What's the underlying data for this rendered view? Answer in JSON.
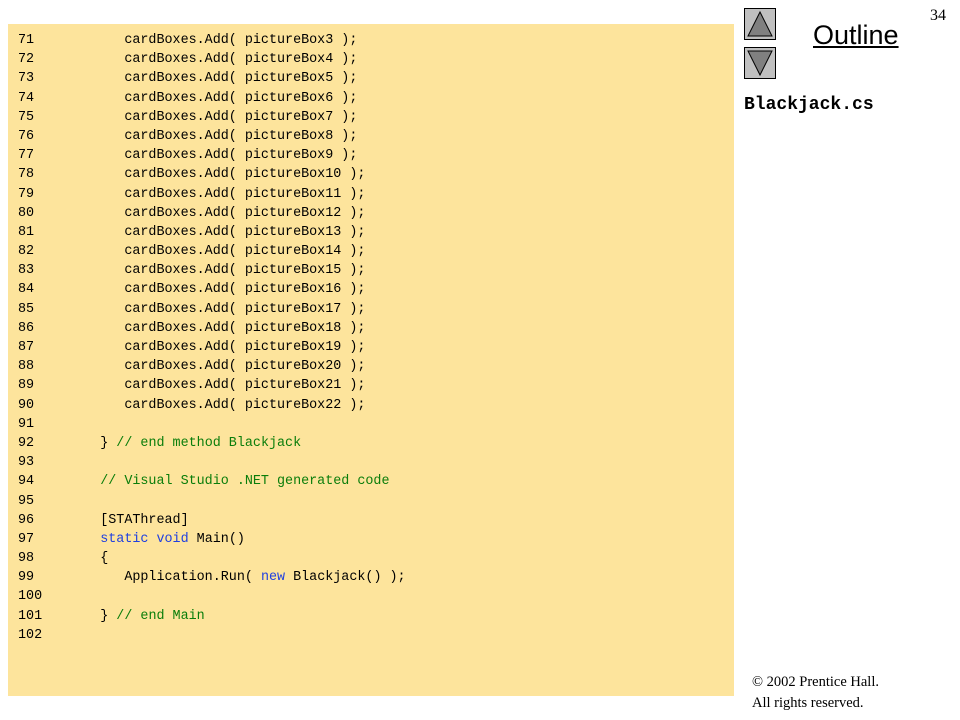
{
  "slide": {
    "page_number": "34",
    "outline_label": "Outline",
    "file_name": "Blackjack.cs",
    "copyright_line1": "© 2002 Prentice Hall.",
    "copyright_line2": "All rights reserved.",
    "nav_up_icon": "triangle-up-icon",
    "nav_down_icon": "triangle-down-icon"
  },
  "code": {
    "lines": [
      {
        "num": "71",
        "segments": [
          {
            "t": "         cardBoxes.Add( pictureBox3 );",
            "c": "plain"
          }
        ]
      },
      {
        "num": "72",
        "segments": [
          {
            "t": "         cardBoxes.Add( pictureBox4 );",
            "c": "plain"
          }
        ]
      },
      {
        "num": "73",
        "segments": [
          {
            "t": "         cardBoxes.Add( pictureBox5 );",
            "c": "plain"
          }
        ]
      },
      {
        "num": "74",
        "segments": [
          {
            "t": "         cardBoxes.Add( pictureBox6 );",
            "c": "plain"
          }
        ]
      },
      {
        "num": "75",
        "segments": [
          {
            "t": "         cardBoxes.Add( pictureBox7 );",
            "c": "plain"
          }
        ]
      },
      {
        "num": "76",
        "segments": [
          {
            "t": "         cardBoxes.Add( pictureBox8 );",
            "c": "plain"
          }
        ]
      },
      {
        "num": "77",
        "segments": [
          {
            "t": "         cardBoxes.Add( pictureBox9 );",
            "c": "plain"
          }
        ]
      },
      {
        "num": "78",
        "segments": [
          {
            "t": "         cardBoxes.Add( pictureBox10 );",
            "c": "plain"
          }
        ]
      },
      {
        "num": "79",
        "segments": [
          {
            "t": "         cardBoxes.Add( pictureBox11 );",
            "c": "plain"
          }
        ]
      },
      {
        "num": "80",
        "segments": [
          {
            "t": "         cardBoxes.Add( pictureBox12 );",
            "c": "plain"
          }
        ]
      },
      {
        "num": "81",
        "segments": [
          {
            "t": "         cardBoxes.Add( pictureBox13 );",
            "c": "plain"
          }
        ]
      },
      {
        "num": "82",
        "segments": [
          {
            "t": "         cardBoxes.Add( pictureBox14 );",
            "c": "plain"
          }
        ]
      },
      {
        "num": "83",
        "segments": [
          {
            "t": "         cardBoxes.Add( pictureBox15 );",
            "c": "plain"
          }
        ]
      },
      {
        "num": "84",
        "segments": [
          {
            "t": "         cardBoxes.Add( pictureBox16 );",
            "c": "plain"
          }
        ]
      },
      {
        "num": "85",
        "segments": [
          {
            "t": "         cardBoxes.Add( pictureBox17 );",
            "c": "plain"
          }
        ]
      },
      {
        "num": "86",
        "segments": [
          {
            "t": "         cardBoxes.Add( pictureBox18 );",
            "c": "plain"
          }
        ]
      },
      {
        "num": "87",
        "segments": [
          {
            "t": "         cardBoxes.Add( pictureBox19 );",
            "c": "plain"
          }
        ]
      },
      {
        "num": "88",
        "segments": [
          {
            "t": "         cardBoxes.Add( pictureBox20 );",
            "c": "plain"
          }
        ]
      },
      {
        "num": "89",
        "segments": [
          {
            "t": "         cardBoxes.Add( pictureBox21 );",
            "c": "plain"
          }
        ]
      },
      {
        "num": "90",
        "segments": [
          {
            "t": "         cardBoxes.Add( pictureBox22 );",
            "c": "plain"
          }
        ]
      },
      {
        "num": "91",
        "segments": []
      },
      {
        "num": "92",
        "segments": [
          {
            "t": "      } ",
            "c": "plain"
          },
          {
            "t": "// end method Blackjack",
            "c": "comment"
          }
        ]
      },
      {
        "num": "93",
        "segments": []
      },
      {
        "num": "94",
        "segments": [
          {
            "t": "      ",
            "c": "plain"
          },
          {
            "t": "// Visual Studio .NET generated code",
            "c": "comment"
          }
        ]
      },
      {
        "num": "95",
        "segments": []
      },
      {
        "num": "96",
        "segments": [
          {
            "t": "      [STAThread]",
            "c": "plain"
          }
        ]
      },
      {
        "num": "97",
        "segments": [
          {
            "t": "      ",
            "c": "plain"
          },
          {
            "t": "static",
            "c": "keyword"
          },
          {
            "t": " ",
            "c": "plain"
          },
          {
            "t": "void",
            "c": "keyword"
          },
          {
            "t": " Main()",
            "c": "plain"
          }
        ]
      },
      {
        "num": "98",
        "segments": [
          {
            "t": "      {",
            "c": "plain"
          }
        ]
      },
      {
        "num": "99",
        "segments": [
          {
            "t": "         Application.Run( ",
            "c": "plain"
          },
          {
            "t": "new",
            "c": "keyword"
          },
          {
            "t": " Blackjack() );",
            "c": "plain"
          }
        ]
      },
      {
        "num": "100",
        "segments": []
      },
      {
        "num": "101",
        "segments": [
          {
            "t": "      } ",
            "c": "plain"
          },
          {
            "t": "// end Main",
            "c": "comment"
          }
        ]
      },
      {
        "num": "102",
        "segments": []
      }
    ]
  },
  "colors": {
    "code_background": "#fde49c",
    "keyword": "#1f3fe0",
    "comment": "#0a7d0a",
    "button_gray": "#c0c0c0",
    "arrow_gray": "#808080"
  }
}
